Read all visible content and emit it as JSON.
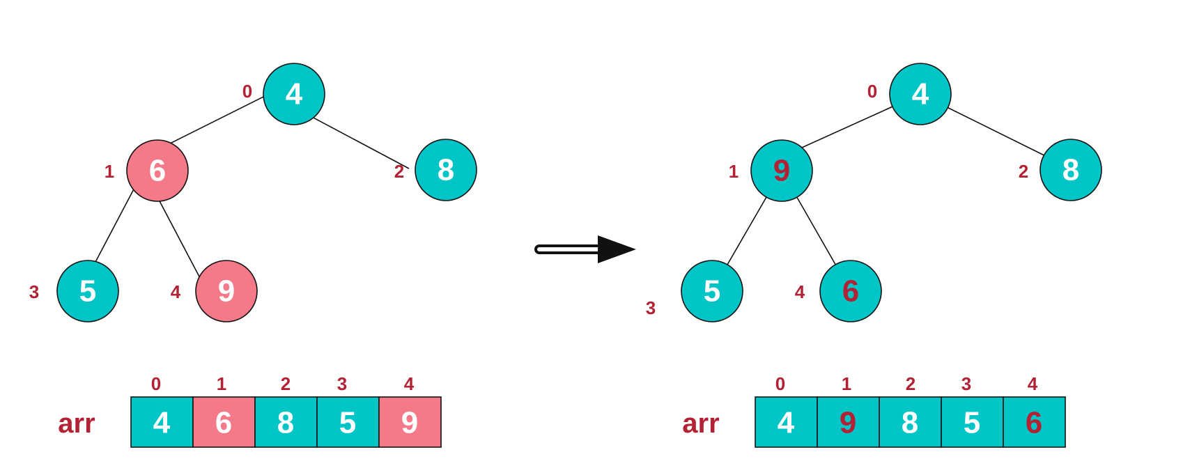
{
  "colors": {
    "teal": "#00c5c7",
    "pink": "#f47a8a",
    "index_red": "#b22234",
    "white": "#ffffff",
    "line": "#111111"
  },
  "left_panel": {
    "tree_nodes": [
      {
        "index": "0",
        "value": "4",
        "fill": "teal",
        "text_color": "white"
      },
      {
        "index": "1",
        "value": "6",
        "fill": "pink",
        "text_color": "white"
      },
      {
        "index": "2",
        "value": "8",
        "fill": "teal",
        "text_color": "white"
      },
      {
        "index": "3",
        "value": "5",
        "fill": "teal",
        "text_color": "white"
      },
      {
        "index": "4",
        "value": "9",
        "fill": "pink",
        "text_color": "white"
      }
    ],
    "array": {
      "label": "arr",
      "indices": [
        "0",
        "1",
        "2",
        "3",
        "4"
      ],
      "values": [
        "4",
        "6",
        "8",
        "5",
        "9"
      ],
      "fills": [
        "teal",
        "pink",
        "teal",
        "teal",
        "pink"
      ],
      "text_colors": [
        "white",
        "white",
        "white",
        "white",
        "white"
      ]
    }
  },
  "arrow": {
    "direction": "right",
    "icon": "double-line-arrow-icon"
  },
  "right_panel": {
    "tree_nodes": [
      {
        "index": "0",
        "value": "4",
        "fill": "teal",
        "text_color": "white"
      },
      {
        "index": "1",
        "value": "9",
        "fill": "teal",
        "text_color": "index_red"
      },
      {
        "index": "2",
        "value": "8",
        "fill": "teal",
        "text_color": "white"
      },
      {
        "index": "3",
        "value": "5",
        "fill": "teal",
        "text_color": "white"
      },
      {
        "index": "4",
        "value": "6",
        "fill": "teal",
        "text_color": "index_red"
      }
    ],
    "array": {
      "label": "arr",
      "indices": [
        "0",
        "1",
        "2",
        "3",
        "4"
      ],
      "values": [
        "4",
        "9",
        "8",
        "5",
        "6"
      ],
      "fills": [
        "teal",
        "teal",
        "teal",
        "teal",
        "teal"
      ],
      "text_colors": [
        "white",
        "index_red",
        "white",
        "white",
        "index_red"
      ]
    }
  }
}
